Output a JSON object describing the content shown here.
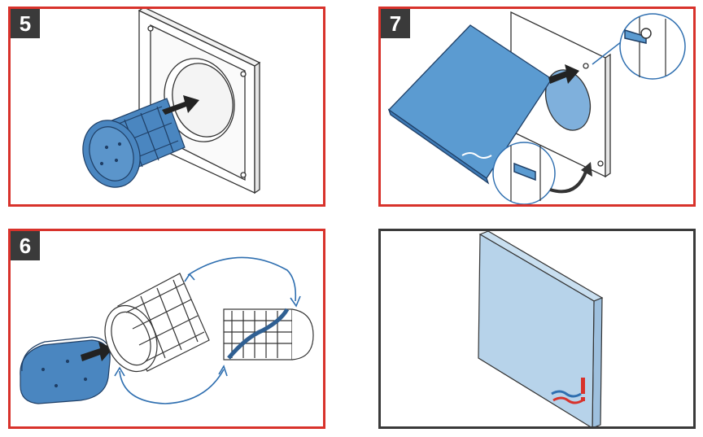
{
  "steps": [
    {
      "id": "5",
      "label": "5"
    },
    {
      "id": "7",
      "label": "7"
    },
    {
      "id": "6",
      "label": "6"
    }
  ],
  "colors": {
    "step_frame": "#d8322b",
    "final_frame": "#3a3a3a",
    "badge_bg": "#3a3a3a",
    "filter_blue": "#4a86c0",
    "cover_blue": "#5b9bd1",
    "panel_light_blue": "#b7d3ea",
    "arrow_blue": "#2f6fb0",
    "warning_red": "#d8322b"
  },
  "icons": {
    "step_5": [
      "wall-frame-icon",
      "filter-cartridge-icon",
      "insert-arrow-icon"
    ],
    "step_7": [
      "wall-frame-icon",
      "front-cover-icon",
      "detail-magnifier-icon",
      "rotate-arrow-icon"
    ],
    "step_6": [
      "filter-pad-icon",
      "filter-cage-icon",
      "rolled-filter-icon",
      "cycle-arrow-icon"
    ],
    "final": [
      "closed-panel-icon",
      "brand-logo-icon"
    ]
  }
}
